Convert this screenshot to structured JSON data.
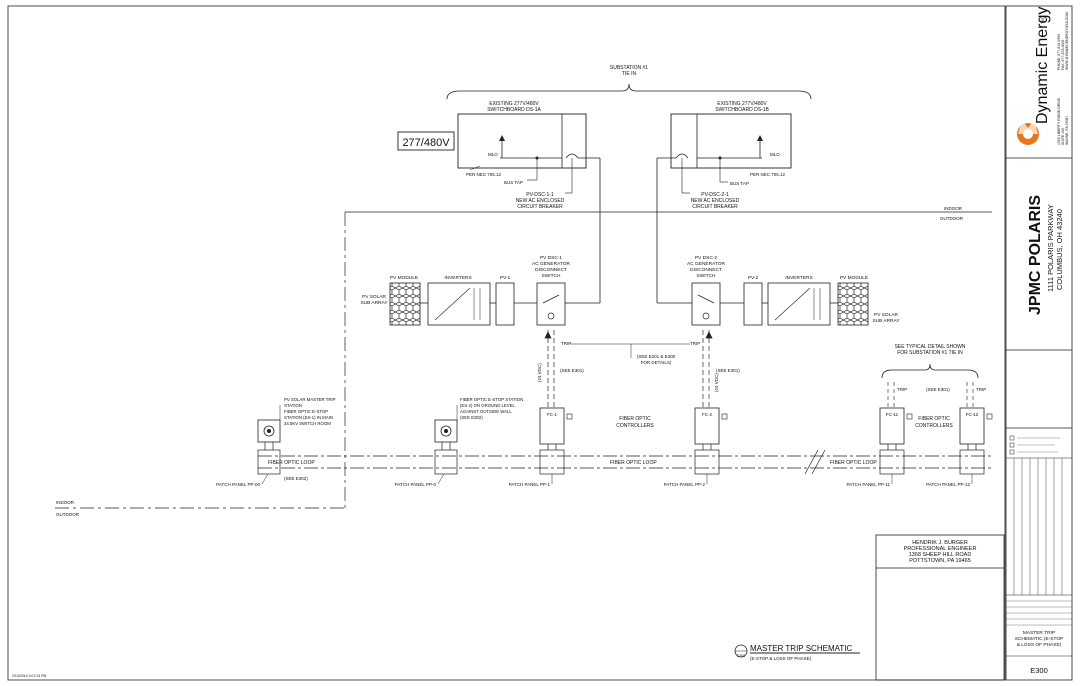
{
  "sheet": {
    "title": "MASTER TRIP SCHEMATIC",
    "subtitle": "(E-STOP & LOSS OF PHASE)",
    "ref_symbol": "E300",
    "timestamp": "2/10/2014 3:07:24 PM"
  },
  "title_block": {
    "company": "Dynamic Energy",
    "tm": "TM",
    "company_address": [
      "1500 LIBERTY RIDGE DRIVE",
      "SUITE 100",
      "WAYNE, PA 19087"
    ],
    "company_contact": [
      "PHONE: 877-810-0996",
      "FAX: 877-878-4605",
      "WWW.DYNAMICENERGYUSA.COM"
    ],
    "project_name": "JPMC POLARIS",
    "project_address1": "1111 POLARIS PARKWAY",
    "project_address2": "COLUMBUS, OH 43240",
    "sheet_desc": [
      "MASTER TRIP",
      "SCHEMATIC (E-STOP",
      "& LOSS OF PHASE)"
    ],
    "sheet_number": "E300",
    "engineer": [
      "HENDRIK J. BURGER",
      "PROFESSIONAL ENGINEER",
      "1368 SHEEP HILL ROAD",
      "POTTSTOWN, PA 19465"
    ]
  },
  "diagram": {
    "substation": [
      "SUBSTATION #1",
      "TIE IN"
    ],
    "voltage": "277/480V",
    "sb_a": [
      "EXISTING 277V/480V",
      "SWITCHBOARD DS-1A"
    ],
    "sb_b": [
      "EXISTING 277V/480V",
      "SWITCHBOARD DS-1B"
    ],
    "mlo": "MLO",
    "nec": "PER NEC 705.12",
    "bus_tap": "BUS TAP",
    "breaker_a": [
      "PV-DSC-1-1",
      "NEW AC ENCLOSED",
      "CIRCUIT BREAKER"
    ],
    "breaker_b": [
      "PV-DSC-2-1",
      "NEW AC ENCLOSED",
      "CIRCUIT BREAKER"
    ],
    "indoor": "INDOOR",
    "outdoor": "OUTDOOR",
    "dsc1": [
      "PV DSC-1",
      "AC GENERATOR",
      "DISCONNECT",
      "SWITCH"
    ],
    "dsc2": [
      "PV DSC-2",
      "AC GENERATOR",
      "DISCONNECT",
      "SWITCH"
    ],
    "pv_module": "PV MODULE",
    "inverters": "INVERTERS",
    "pv1": "PV-1",
    "pv2": "PV-2",
    "pv_solar": [
      "PV SOLAR",
      "SUB ARRAY"
    ],
    "trip": "TRIP",
    "see_e201": [
      "(SEE E201 & E300",
      "FOR DETAILS)"
    ],
    "see_e301": "(SEE E301)",
    "vdc": "(24 VDC)",
    "typical": [
      "SEE TYPICAL DETAIL SHOWN",
      "FOR SUBSTATION #1 TIE IN"
    ],
    "fc1": "FC-1",
    "fc2": "FC-2",
    "fc11": "FC-11",
    "fc12": "FC-12",
    "fo_controllers": [
      "FIBER OPTIC",
      "CONTROLLERS"
    ],
    "fiber_loop": "FIBER OPTIC LOOP",
    "master_trip": [
      "PV SOLAR MASTER TRIP",
      "STATION",
      "FIBER OPTIC E-STOP",
      "STATION (ES-1) IN MAIN",
      "34.5KV SWITCH ROOM"
    ],
    "estop2": [
      "FIBER OPTIC E-STOP STATION",
      "(ES-2) ON GROUND LEVEL",
      "AGAINST OUTSIDE WALL",
      "(SEE E302)"
    ],
    "see_e302": "(SEE E302)",
    "pp00": "PATCH PANEL PP-00",
    "pp0": "PATCH PANEL PP-0",
    "pp1": "PATCH PANEL PP-1",
    "pp2": "PATCH PANEL PP-2",
    "pp11": "PATCH PANEL PP-11",
    "pp12": "PATCH PANEL PP-12"
  }
}
